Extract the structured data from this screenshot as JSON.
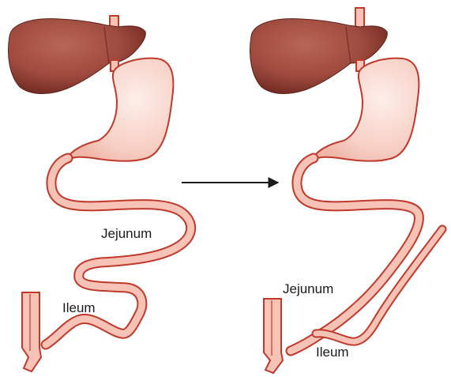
{
  "panels": [
    {
      "id": "before",
      "labels": {
        "jejunum": "Jejunum",
        "ileum": "Ileum"
      }
    },
    {
      "id": "after",
      "labels": {
        "jejunum": "Jejunum",
        "ileum": "Ileum"
      }
    }
  ],
  "colors": {
    "liver_dark": "#7a2d25",
    "liver_mid": "#9e4a3e",
    "liver_light": "#b86656",
    "stomach_fill": "#f7cfc4",
    "stomach_highlight": "#fdeee9",
    "tube_outline": "#c0392b",
    "tube_fill": "#f6c3b6",
    "arrow": "#1a1a1a"
  }
}
